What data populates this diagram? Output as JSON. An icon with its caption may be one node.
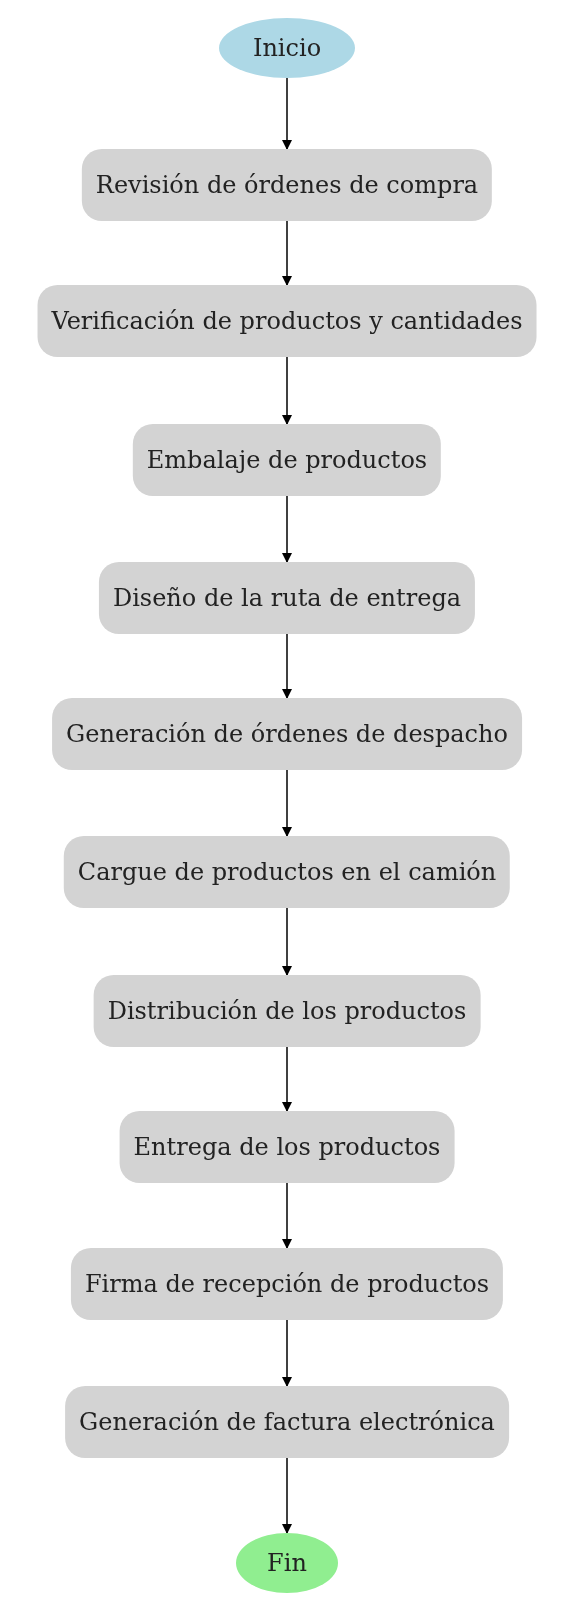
{
  "diagram": {
    "nodes": [
      {
        "text": [
          "Inicio"
        ]
      },
      {
        "text": [
          "Revisión de órdenes de compra"
        ]
      },
      {
        "text": [
          "Verificación de productos y cantidades"
        ]
      },
      {
        "text": [
          "Embalaje de productos"
        ]
      },
      {
        "text": [
          "Diseño de la ruta de entrega"
        ]
      },
      {
        "text": [
          "Generación de órdenes de despacho"
        ]
      },
      {
        "text": [
          "Cargue de productos en el camión"
        ]
      },
      {
        "text": [
          "Distribución de los productos"
        ]
      },
      {
        "text": [
          "Entrega de los productos"
        ]
      },
      {
        "text": [
          "Firma de recepción de productos"
        ]
      },
      {
        "text": [
          "Generación de factura electrónica"
        ]
      },
      {
        "text": [
          "Fin"
        ]
      }
    ],
    "edges": [
      {
        "from": 0,
        "to": 1,
        "arrow": "to"
      },
      {
        "from": 1,
        "to": 2,
        "arrow": "to"
      },
      {
        "from": 2,
        "to": 3,
        "arrow": "to"
      },
      {
        "from": 3,
        "to": 4,
        "arrow": "to"
      },
      {
        "from": 4,
        "to": 5,
        "arrow": "to"
      },
      {
        "from": 5,
        "to": 6,
        "arrow": "to"
      },
      {
        "from": 6,
        "to": 7,
        "arrow": "to"
      },
      {
        "from": 7,
        "to": 8,
        "arrow": "to"
      },
      {
        "from": 8,
        "to": 9,
        "arrow": "to"
      },
      {
        "from": 9,
        "to": 10,
        "arrow": "to"
      },
      {
        "from": 10,
        "to": 11,
        "arrow": "to"
      }
    ]
  }
}
